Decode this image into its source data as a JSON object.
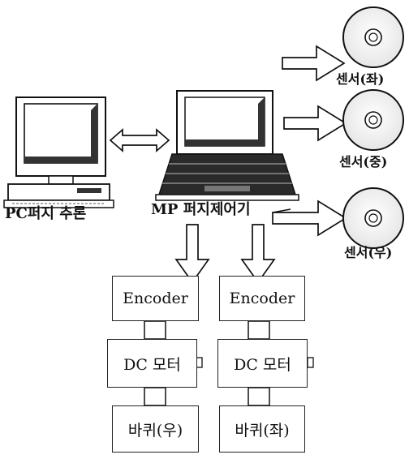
{
  "labels": {
    "pc": "PC퍼지 추론",
    "mp": "MP 퍼지제어기",
    "sensor_left": "센서(좌)",
    "sensor_center": "센서(중)",
    "sensor_right": "센서(우)"
  },
  "chains": [
    {
      "encoder": "Encoder",
      "motor": "DC 모터",
      "wheel": "바퀴(우)"
    },
    {
      "encoder": "Encoder",
      "motor": "DC 모터",
      "wheel": "바퀴(좌)"
    }
  ]
}
